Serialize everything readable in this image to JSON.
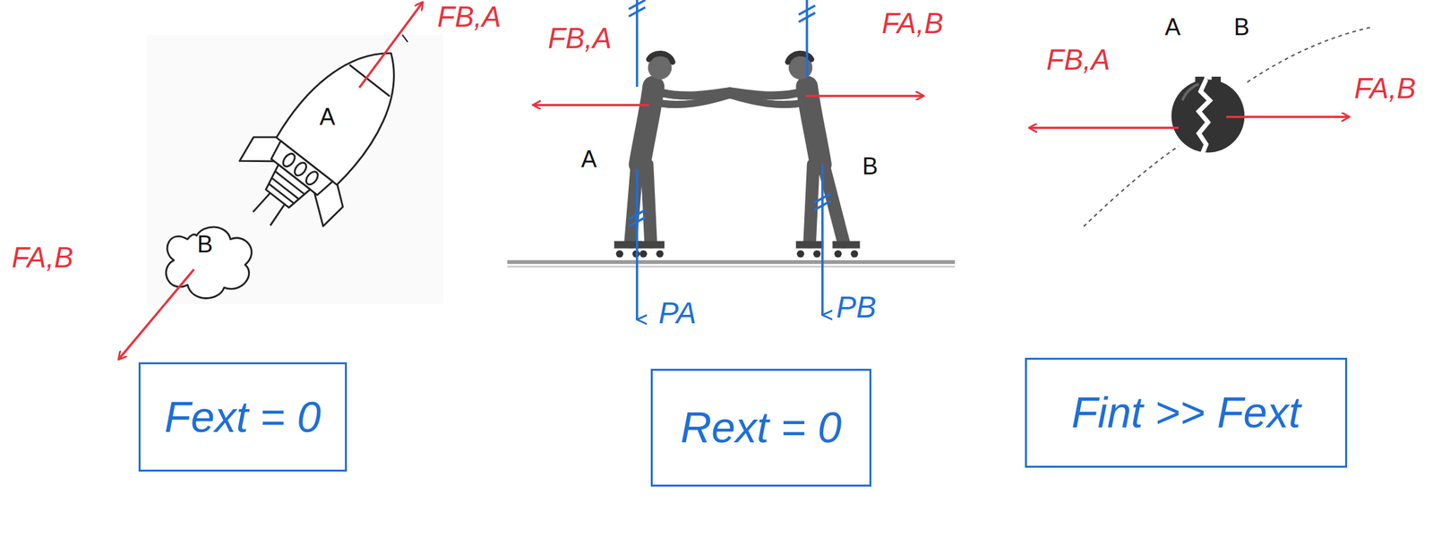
{
  "diagram": {
    "nodes": [
      {
        "text": [
          "Fext = 0"
        ]
      },
      {
        "text": [
          "Rext = 0"
        ]
      },
      {
        "text": [
          "Fint >> Fext"
        ]
      }
    ],
    "labels": [
      "FB,A",
      "A",
      "B",
      "FA,B",
      "FB,A",
      "FA,B",
      "A",
      "B",
      "PA",
      "PB",
      "A",
      "B",
      "FB,A",
      "FA,B"
    ]
  }
}
